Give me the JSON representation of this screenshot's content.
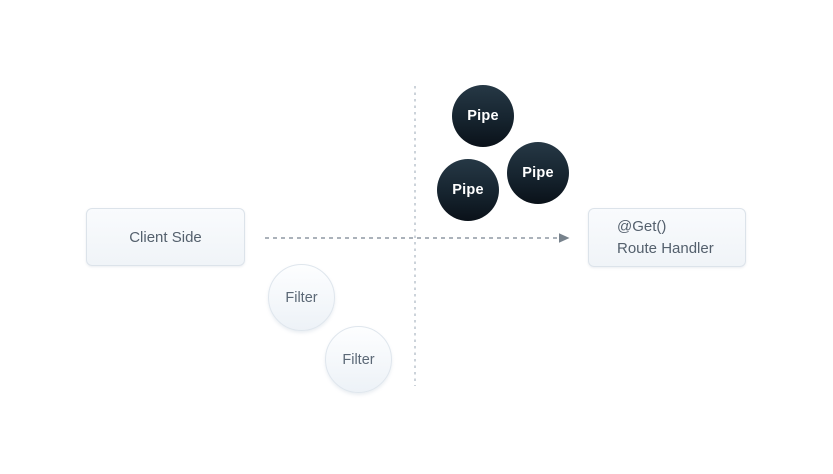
{
  "nodes": {
    "client": {
      "label": "Client Side"
    },
    "route_handler": {
      "decorator": "@Get()",
      "name": "Route Handler"
    }
  },
  "pipes": [
    {
      "label": "Pipe"
    },
    {
      "label": "Pipe"
    },
    {
      "label": "Pipe"
    }
  ],
  "filters": [
    {
      "label": "Filter"
    },
    {
      "label": "Filter"
    }
  ],
  "colors": {
    "background": "#ffffff",
    "pipe_gradient_top": "#263845",
    "pipe_gradient_bottom": "#0a1119",
    "pipe_text": "#ffffff",
    "node_fill_top": "#f9fbfd",
    "node_fill_bottom": "#f0f4f8",
    "node_border": "#dce3ea",
    "node_text": "#54606d",
    "filter_border": "#dfe6ed",
    "filter_text": "#5b6876",
    "flow_arrow": "#8f99a3",
    "arrowhead": "#77828c",
    "stage_divider": "#ccd3da"
  }
}
